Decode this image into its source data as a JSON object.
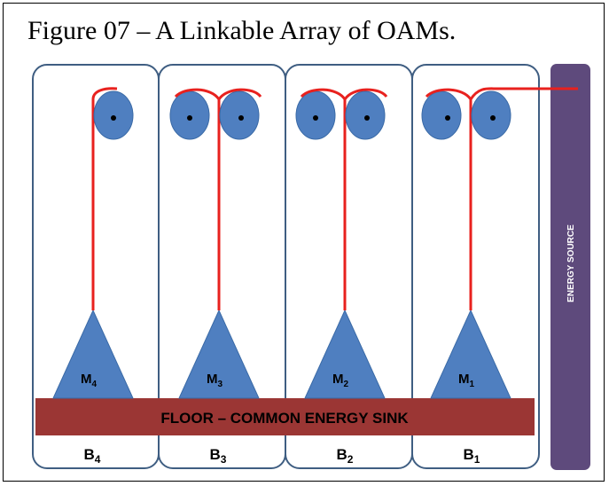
{
  "figure": {
    "caption": "Figure 07 – A Linkable Array of OAMs."
  },
  "floor": {
    "label": "FLOOR – COMMON ENERGY SINK",
    "color": "#9b3634"
  },
  "energy_source": {
    "label": "ENERGY SOURCE",
    "color": "#5e4a7c"
  },
  "colors": {
    "box_border": "#3f5e82",
    "shape_fill": "#4f7fc0",
    "shape_stroke": "#3a6aa6",
    "link_line": "#e8211e",
    "dot": "#000000"
  },
  "modules": [
    {
      "mass_base": "M",
      "mass_sub": "4",
      "box_base": "B",
      "box_sub": "4",
      "balls": 1
    },
    {
      "mass_base": "M",
      "mass_sub": "3",
      "box_base": "B",
      "box_sub": "3",
      "balls": 2
    },
    {
      "mass_base": "M",
      "mass_sub": "2",
      "box_base": "B",
      "box_sub": "2",
      "balls": 2
    },
    {
      "mass_base": "M",
      "mass_sub": "1",
      "box_base": "B",
      "box_sub": "1",
      "balls": 2
    }
  ]
}
